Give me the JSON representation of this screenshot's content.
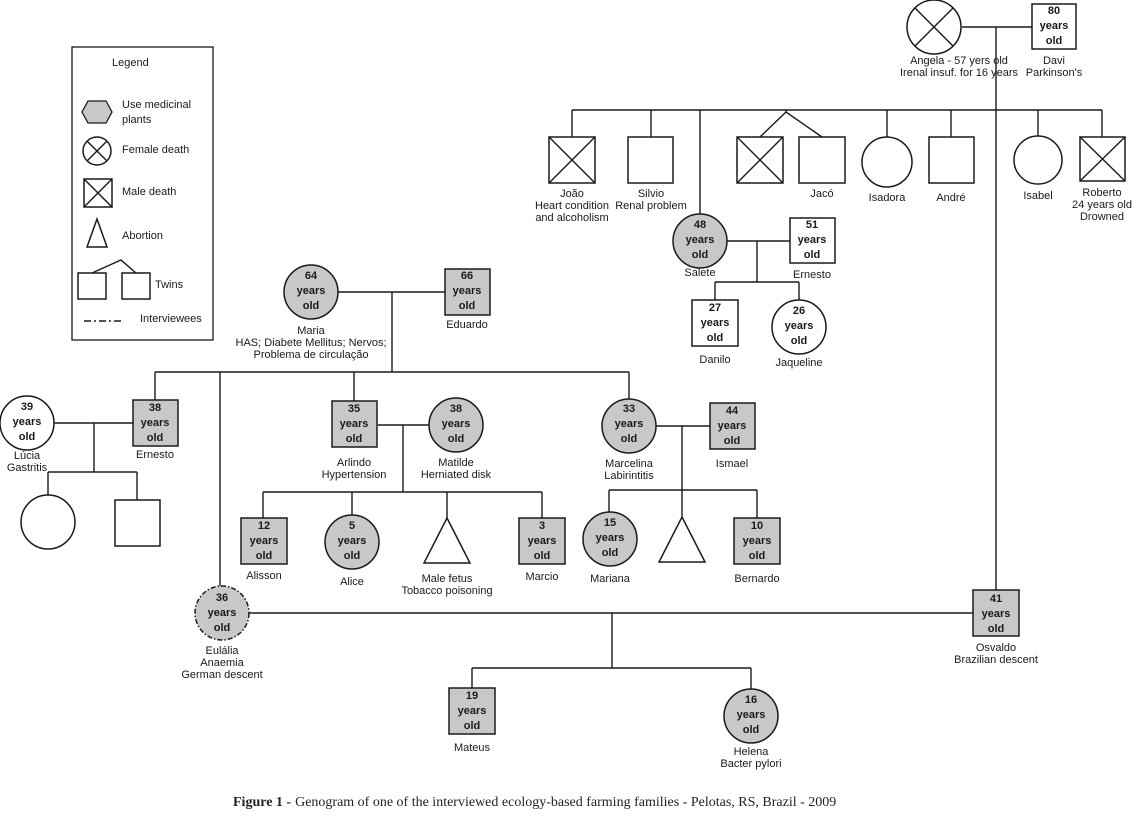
{
  "legend": {
    "title": "Legend",
    "items": [
      {
        "icon": "gray-hexagon-icon",
        "label": "Use medicinal plants"
      },
      {
        "icon": "crossed-circle-icon",
        "label": "Female death"
      },
      {
        "icon": "crossed-square-icon",
        "label": "Male death"
      },
      {
        "icon": "triangle-icon",
        "label": "Abortion"
      },
      {
        "icon": "twins-icon",
        "label": "Twins"
      },
      {
        "icon": "dashed-line-icon",
        "label": "Interviewees"
      }
    ]
  },
  "caption": {
    "label": "Figure 1 -",
    "text": "Genogram of one of the interviewed ecology-based farming families - Pelotas, RS, Brazil - 2009"
  },
  "people": {
    "angela": {
      "labels": [
        "Angela - 57 yers old",
        "Irenal insuf. for 16 years"
      ]
    },
    "davi": {
      "age": [
        "80",
        "years",
        "old"
      ],
      "labels": [
        "Davi",
        "Parkinson's"
      ]
    },
    "joao": {
      "labels": [
        "João",
        "Heart condition",
        "and alcoholism"
      ]
    },
    "silvio": {
      "labels": [
        "Silvio",
        "Renal problem"
      ]
    },
    "jaco": {
      "labels": [
        "Jacó"
      ]
    },
    "isadora": {
      "labels": [
        "Isadora"
      ]
    },
    "andre": {
      "labels": [
        "André"
      ]
    },
    "isabel": {
      "labels": [
        "Isabel"
      ]
    },
    "roberto": {
      "labels": [
        "Roberto",
        "24 years old",
        "Drowned"
      ]
    },
    "salete": {
      "age": [
        "48",
        "years",
        "old"
      ],
      "labels": [
        "Salete"
      ]
    },
    "ernesto_s": {
      "age": [
        "51",
        "years",
        "old"
      ],
      "labels": [
        "Ernesto"
      ]
    },
    "danilo": {
      "age": [
        "27",
        "years",
        "old"
      ],
      "labels": [
        "Danilo"
      ]
    },
    "jaqueline": {
      "age": [
        "26",
        "years",
        "old"
      ],
      "labels": [
        "Jaqueline"
      ]
    },
    "maria": {
      "age": [
        "64",
        "years",
        "old"
      ],
      "labels": [
        "Maria",
        "HAS; Diabete Mellitus; Nervos;",
        "Problema de circulação"
      ]
    },
    "eduardo": {
      "age": [
        "66",
        "years",
        "old"
      ],
      "labels": [
        "Eduardo"
      ]
    },
    "lucia": {
      "age": [
        "39",
        "years",
        "old"
      ],
      "labels": [
        "Lúcia",
        "Gastritis"
      ]
    },
    "ernesto": {
      "age": [
        "38",
        "years",
        "old"
      ],
      "labels": [
        "Ernesto"
      ]
    },
    "arlindo": {
      "age": [
        "35",
        "years",
        "old"
      ],
      "labels": [
        "Arlindo",
        "Hypertension"
      ]
    },
    "matilde": {
      "age": [
        "38",
        "years",
        "old"
      ],
      "labels": [
        "Matilde",
        "Herniated disk"
      ]
    },
    "marcelina": {
      "age": [
        "33",
        "years",
        "old"
      ],
      "labels": [
        "Marcelina",
        "Labirintitis"
      ]
    },
    "ismael": {
      "age": [
        "44",
        "years",
        "old"
      ],
      "labels": [
        "Ismael"
      ]
    },
    "alisson": {
      "age": [
        "12",
        "years",
        "old"
      ],
      "labels": [
        "Alisson"
      ]
    },
    "alice": {
      "age": [
        "5",
        "years",
        "old"
      ],
      "labels": [
        "Alice"
      ]
    },
    "fetus": {
      "labels": [
        "Male fetus",
        "Tobacco poisoning"
      ]
    },
    "marcio": {
      "age": [
        "3",
        "years",
        "old"
      ],
      "labels": [
        "Marcio"
      ]
    },
    "mariana": {
      "age": [
        "15",
        "years",
        "old"
      ],
      "labels": [
        "Mariana"
      ]
    },
    "bernardo": {
      "age": [
        "10",
        "years",
        "old"
      ],
      "labels": [
        "Bernardo"
      ]
    },
    "eulalia": {
      "age": [
        "36",
        "years",
        "old"
      ],
      "labels": [
        "Eulália",
        "Anaemia",
        "German descent"
      ]
    },
    "osvaldo": {
      "age": [
        "41",
        "years",
        "old"
      ],
      "labels": [
        "Osvaldo",
        "Brazilian descent"
      ]
    },
    "mateus": {
      "age": [
        "19",
        "years",
        "old"
      ],
      "labels": [
        "Mateus"
      ]
    },
    "helena": {
      "age": [
        "16",
        "years",
        "old"
      ],
      "labels": [
        "Helena",
        "Bacter pylori"
      ]
    }
  }
}
